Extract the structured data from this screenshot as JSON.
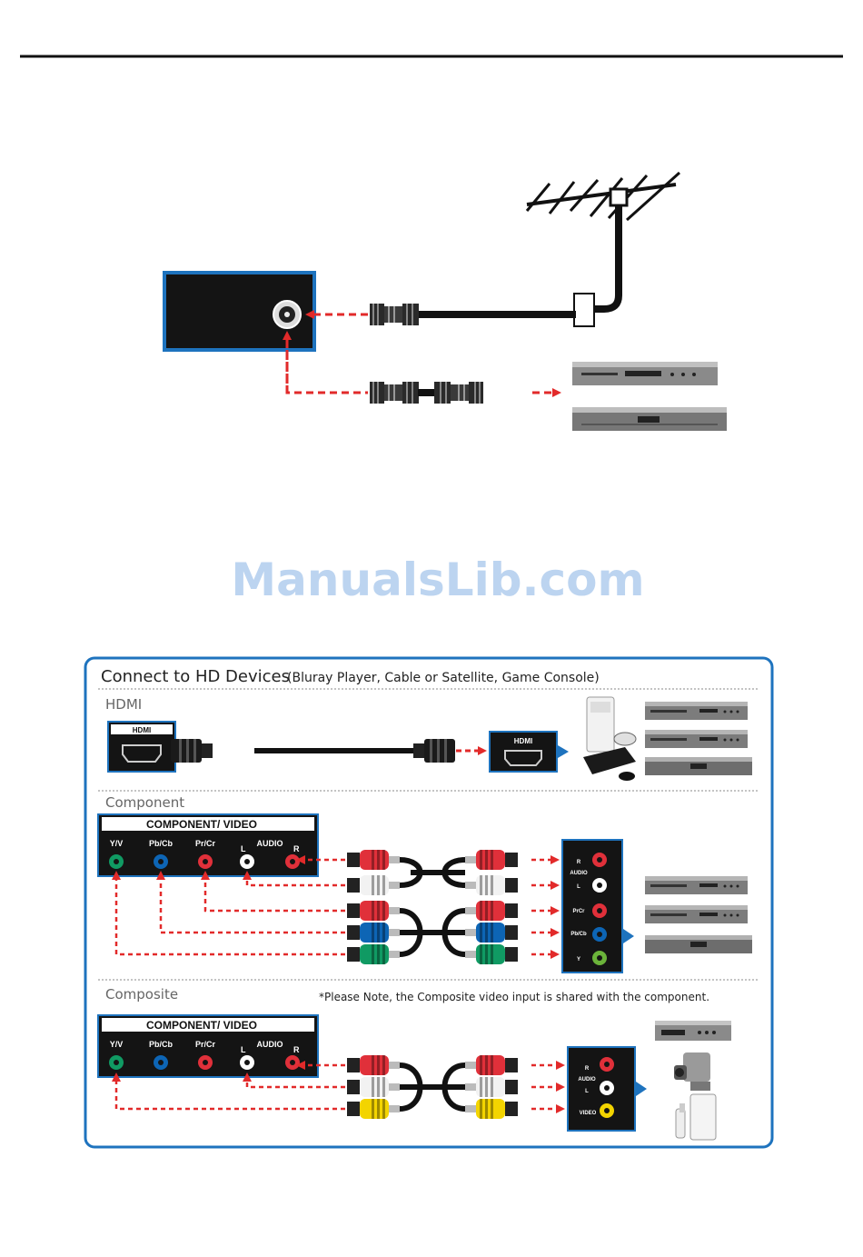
{
  "watermark": "ManualsLib.com",
  "hd_panel": {
    "title": "Connect to HD Devices",
    "subtitle": "(Bluray Player, Cable or Satellite, Game Console)",
    "hdmi_section": "HDMI",
    "component_section": "Component",
    "composite_section": "Composite",
    "composite_note": "*Please Note, the Composite video input is shared with the component.",
    "hdmi_port_label": "HDMI",
    "component_video_header": "COMPONENT/ VIDEO",
    "jack_labels": [
      "Y/V",
      "Pb/Cb",
      "Pr/Cr",
      "AUDIO"
    ],
    "audio_l": "L",
    "audio_r": "R",
    "device_audio_r": "R",
    "device_audio": "AUDIO",
    "device_audio_l": "L",
    "device_prcr": "PrCr",
    "device_pbcb": "Pb/Cb",
    "device_y": "Y",
    "device_video": "VIDEO"
  },
  "colors": {
    "panel_blue": "#1e73be",
    "panel_dark": "#141414",
    "arrow_red": "#e22a2a",
    "jack_green": "#109a63",
    "jack_blue": "#0d65b5",
    "jack_red": "#e0303a",
    "jack_white": "#ffffff",
    "jack_yellow": "#f3d400"
  }
}
